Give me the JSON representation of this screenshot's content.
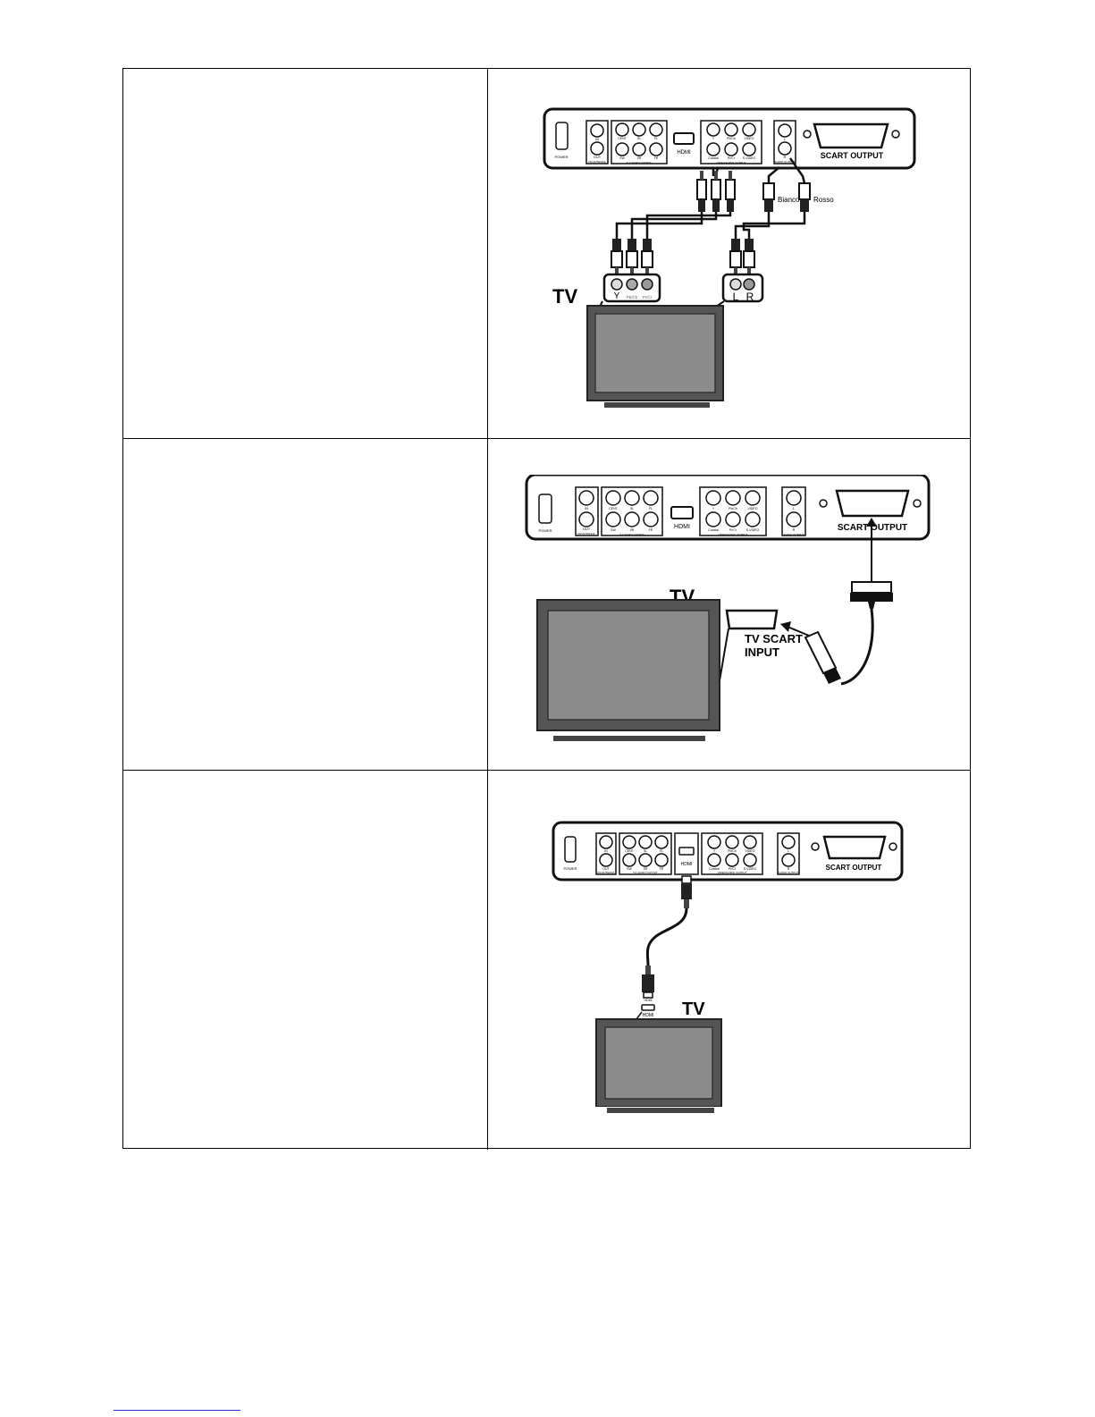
{
  "rows": [
    {
      "caption": "",
      "panel": {
        "power": "POWER",
        "fm_in": "IN",
        "fm_out": "OUT",
        "fm_section": "FM ANTENNA",
        "audio_top": [
          "CENT",
          "SL",
          "FL"
        ],
        "audio_bottom": [
          "SW",
          "SR",
          "FR"
        ],
        "audio_section": "5.1 AUDIO OUTPUT",
        "hdmi": "HDMI",
        "video_top": [
          "Y",
          "Pb/Cb",
          "VIDEO"
        ],
        "video_bottom": [
          "Coaxial",
          "Pr/Cr",
          "S-VIDEO"
        ],
        "video_section": "VIDEO/AUDIO OUTPUT",
        "stereo_l": "L",
        "stereo_r": "R",
        "stereo_section": "AUDIO OUTPUT",
        "scart": "SCART OUTPUT"
      },
      "tv_label": "TV",
      "cable_white": "Bianco",
      "cable_red": "Rosso",
      "tv_jacks_video": [
        "Y",
        "Pb/Cb",
        "Pr/Cr"
      ],
      "tv_jacks_audio": [
        "L",
        "R"
      ]
    },
    {
      "caption": "",
      "panel": {
        "power": "POWER",
        "fm_in": "IN",
        "fm_out": "OUT",
        "fm_section": "FM ANTENNA",
        "audio_top": [
          "CENT",
          "SL",
          "FL"
        ],
        "audio_bottom": [
          "SW",
          "SR",
          "FR"
        ],
        "audio_section": "5.1 AUDIO OUTPUT",
        "hdmi": "HDMI",
        "video_top": [
          "Y",
          "Pb/Cb",
          "VIDEO"
        ],
        "video_bottom": [
          "Coaxial",
          "Pr/Cr",
          "S-VIDEO"
        ],
        "video_section": "VIDEO/AUDIO OUTPUT",
        "stereo_l": "L",
        "stereo_r": "R",
        "stereo_section": "AUDIO OUTPUT",
        "scart": "SCART OUTPUT"
      },
      "tv_label": "TV",
      "tv_scart_line1": "TV SCART",
      "tv_scart_line2": "INPUT"
    },
    {
      "caption": "",
      "panel": {
        "power": "POWER",
        "fm_in": "IN",
        "fm_out": "OUT",
        "fm_section": "FM ANTENNA",
        "audio_top": [
          "CENT",
          "SL",
          "FL"
        ],
        "audio_bottom": [
          "SW",
          "SR",
          "FR"
        ],
        "audio_section": "5.1 AUDIO OUTPUT",
        "hdmi": "HDMI",
        "video_top": [
          "Y",
          "Pb/Cb",
          "VIDEO"
        ],
        "video_bottom": [
          "Coaxial",
          "Pr/Cr",
          "S-VIDEO"
        ],
        "video_section": "VIDEO/AUDIO OUTPUT",
        "stereo_l": "L",
        "stereo_r": "R",
        "stereo_section": "AUDIO OUTPUT",
        "scart": "SCART OUTPUT"
      },
      "tv_label": "TV",
      "tv_hdmi": "HDMI",
      "hdmi_plug": "HDMI"
    }
  ],
  "colors": {
    "border": "#000000",
    "panel_stroke": "#111111",
    "screen": "#8c8c8c",
    "footnote_rule": "#2b2bd6"
  }
}
